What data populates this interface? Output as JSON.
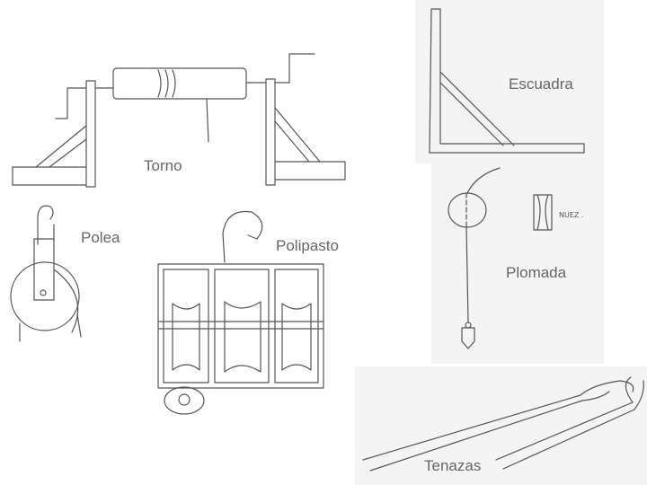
{
  "labels": {
    "torno": "Torno",
    "polea": "Polea",
    "polipasto": "Polipasto",
    "escuadra": "Escuadra",
    "plomada": "Plomada",
    "nuez": "NUEZ .",
    "tenazas": "Tenazas"
  },
  "colors": {
    "ink": "#555555",
    "panel": "#f4f4f4",
    "label": "#666666"
  }
}
